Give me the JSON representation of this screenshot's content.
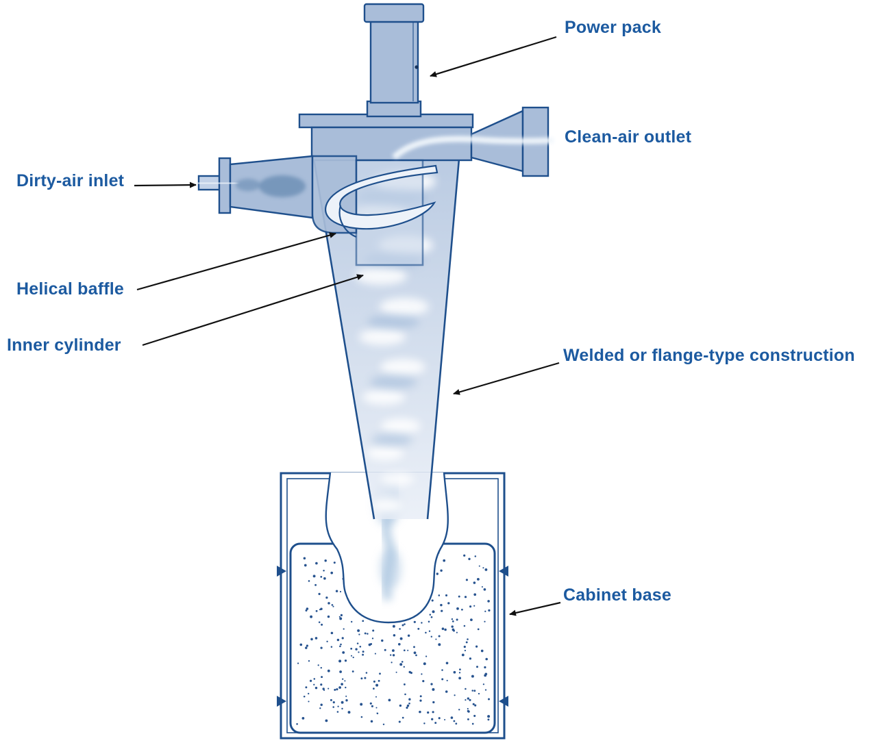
{
  "figure": {
    "labels": {
      "power_pack": "Power pack",
      "clean_air_outlet": "Clean-air outlet",
      "dirty_air_inlet": "Dirty-air inlet",
      "helical_baffle": "Helical baffle",
      "inner_cylinder": "Inner cylinder",
      "welded_construction": "Welded or flange-type construction",
      "cabinet_base": "Cabinet base"
    },
    "colors": {
      "label_text": "#1c5aa0",
      "outline": "#1e4f8c",
      "fill_medium": "#a9bdd9",
      "fill_light": "#dce6f2",
      "airflow": "#8fb3d6",
      "arrow": "#111111",
      "background": "#ffffff"
    }
  }
}
